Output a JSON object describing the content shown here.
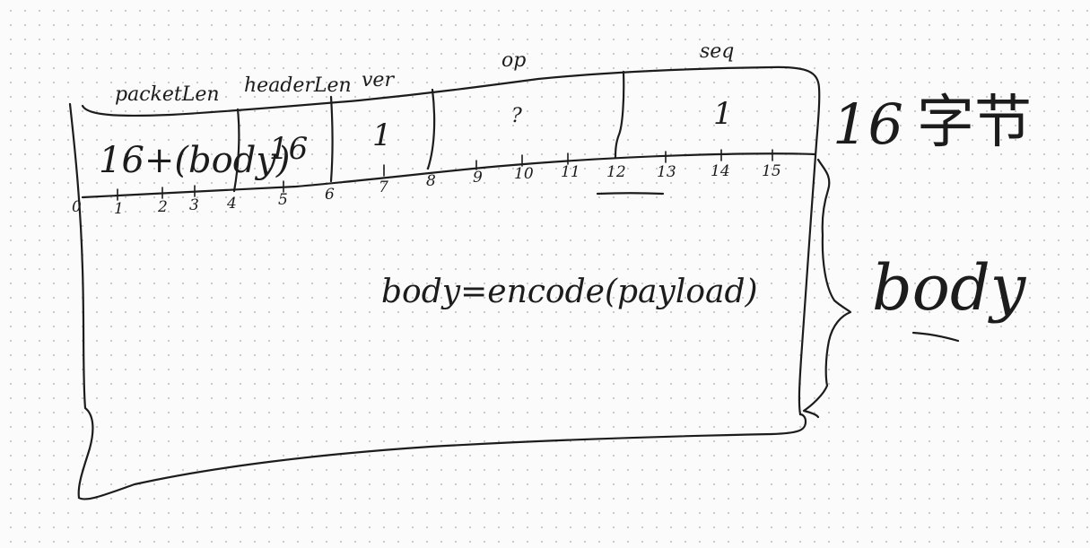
{
  "colors": {
    "ink": "#1c1c1c",
    "paper": "#fbfbfb",
    "grid_dot": "#c9c9c9"
  },
  "header": {
    "field_names": {
      "packet_len": "packetLen",
      "header_len": "headerLen",
      "ver": "ver",
      "op": "op",
      "seq": "seq"
    },
    "field_values": {
      "packet_len": "16+(body)",
      "header_len": "16",
      "ver": "1",
      "op": "?",
      "seq": "1"
    },
    "byte_offsets": [
      "0",
      "1",
      "2",
      "3",
      "4",
      "5",
      "6",
      "7",
      "8",
      "9",
      "10",
      "11",
      "12",
      "13",
      "14",
      "15"
    ]
  },
  "body": {
    "formula": "body=encode(payload)"
  },
  "side_notes": {
    "header_size": "16",
    "header_size_unit": "字节",
    "body_label": "body"
  }
}
